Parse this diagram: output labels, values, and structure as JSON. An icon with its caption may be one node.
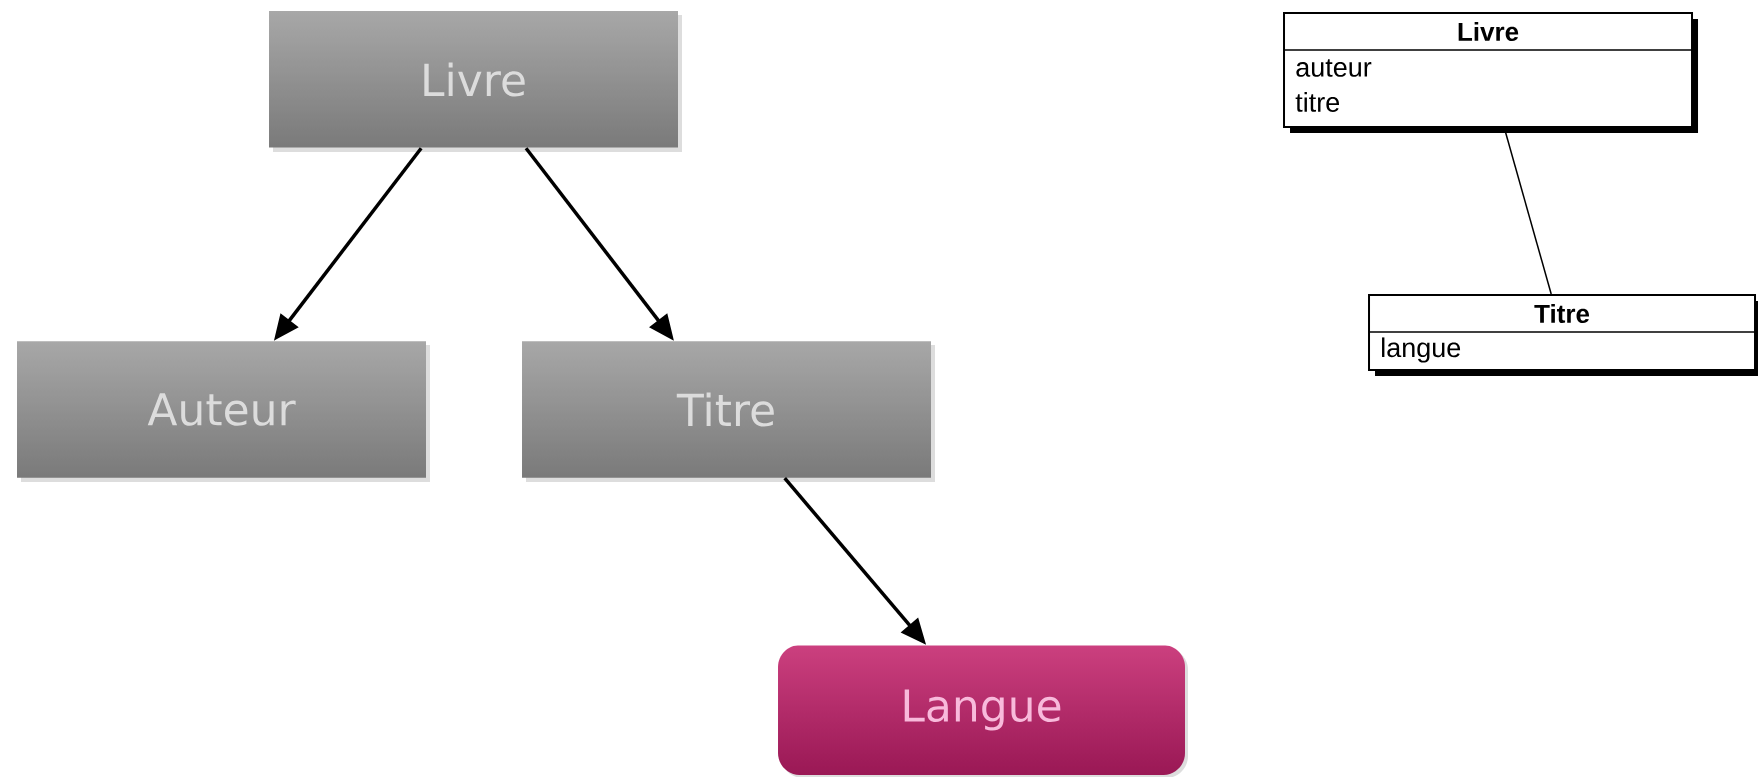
{
  "diagram": {
    "nodes": [
      {
        "text": [
          "Livre"
        ]
      },
      {
        "text": [
          "Auteur"
        ]
      },
      {
        "text": [
          "Titre"
        ]
      },
      {
        "text": [
          "Langue"
        ]
      },
      {
        "text": [
          "Livre",
          "auteur",
          "titre"
        ]
      },
      {
        "text": [
          "Titre",
          "langue"
        ]
      }
    ],
    "edges": [
      {
        "from": 0,
        "to": 1,
        "arrow": "to"
      },
      {
        "from": 0,
        "to": 2,
        "arrow": "to"
      },
      {
        "from": 2,
        "to": 3,
        "arrow": "to"
      },
      {
        "from": 4,
        "to": 5,
        "arrow": "none"
      }
    ]
  }
}
